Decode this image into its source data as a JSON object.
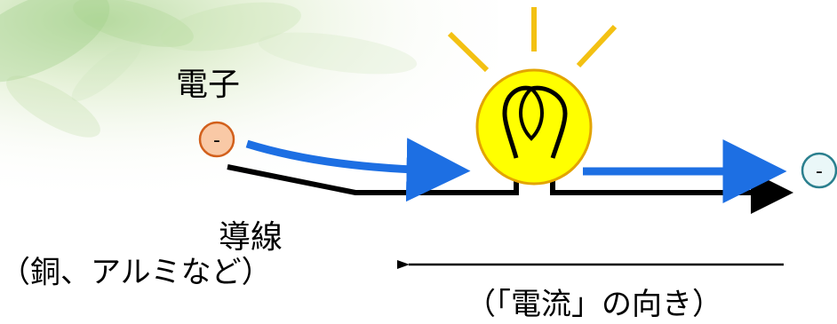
{
  "labels": {
    "electron": "電子",
    "wire": "導線",
    "wire_examples": "（銅、アルミなど）",
    "current_direction": "（「電流」の向き）",
    "electron_sign": "-"
  },
  "colors": {
    "electron_fill": "#f9c9a6",
    "electron_stroke": "#d2601c",
    "electron_end_fill": "#eaf7f8",
    "electron_end_stroke": "#2a7f8e",
    "flow_arrow": "#1d6fe3",
    "wire": "#000000",
    "bulb_fill": "#ffff00",
    "bulb_stroke": "#e3a400",
    "rays": "#f3c113"
  },
  "icons": {
    "light_bulb": "light-bulb-icon",
    "electron": "electron-icon",
    "background": "leaf-texture"
  }
}
